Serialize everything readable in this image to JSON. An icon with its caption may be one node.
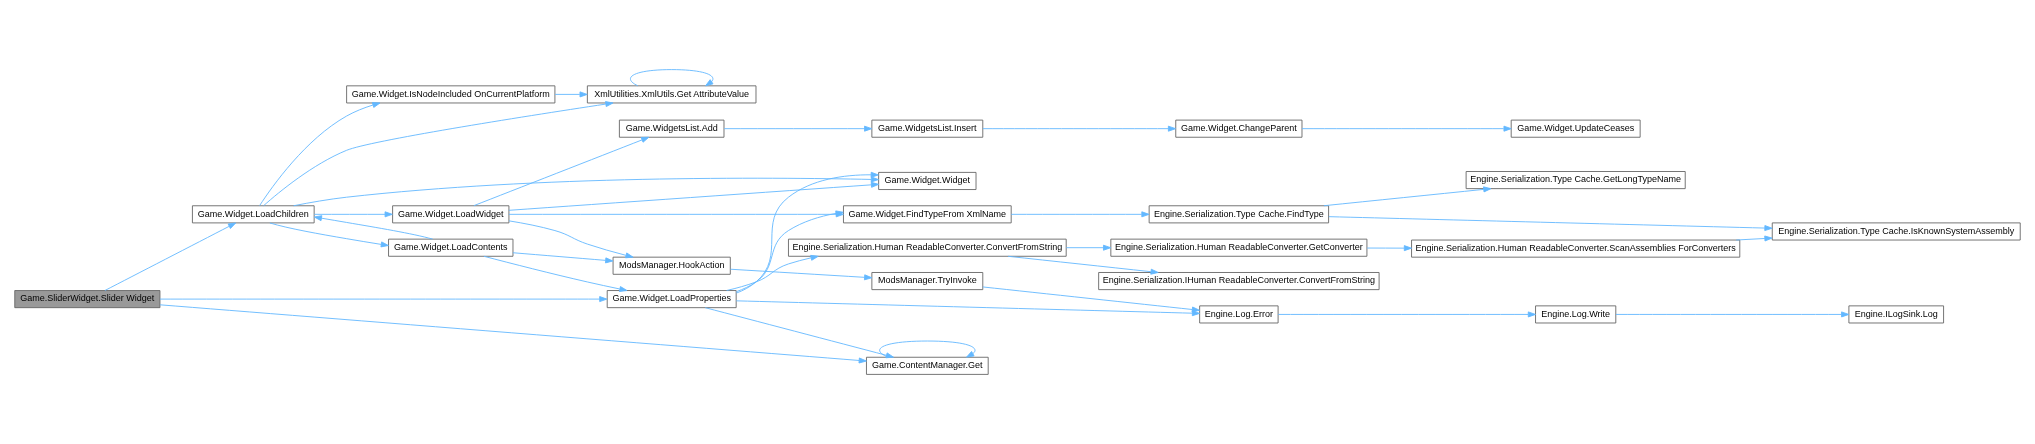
{
  "diagram": {
    "nodes": [
      {
        "text": [
          "Game.SliderWidget.Slider Widget"
        ]
      },
      {
        "text": [
          "Game.Widget.LoadChildren"
        ]
      },
      {
        "text": [
          "Game.ContentManager.Get"
        ]
      },
      {
        "text": [
          "Game.Widget.IsNodeIncluded OnCurrentPlatform"
        ]
      },
      {
        "text": [
          "XmlUtilities.XmlUtils.Get AttributeValue"
        ]
      },
      {
        "text": [
          "Game.Widget.LoadContents"
        ]
      },
      {
        "text": [
          "ModsManager.HookAction"
        ]
      },
      {
        "text": [
          "Game.Widget.LoadProperties"
        ]
      },
      {
        "text": [
          "Game.Widget.LoadWidget"
        ]
      },
      {
        "text": [
          "ModsManager.TryInvoke"
        ]
      },
      {
        "text": [
          "Engine.Log.Error"
        ]
      },
      {
        "text": [
          "Engine.Serialization.Human ReadableConverter.ConvertFromString"
        ]
      },
      {
        "text": [
          "Game.Widget.FindTypeFrom XmlName"
        ]
      },
      {
        "text": [
          "Game.Widget.Widget"
        ]
      },
      {
        "text": [
          "Game.WidgetsList.Add"
        ]
      },
      {
        "text": [
          "Game.WidgetsList.Insert"
        ]
      },
      {
        "text": [
          "Engine.Log.Write"
        ]
      },
      {
        "text": [
          "Engine.Serialization.Human ReadableConverter.GetConverter"
        ]
      },
      {
        "text": [
          "Engine.Serialization.IHuman ReadableConverter.ConvertFromString"
        ]
      },
      {
        "text": [
          "Engine.Serialization.Type Cache.FindType"
        ]
      },
      {
        "text": [
          "Game.Widget.ChangeParent"
        ]
      },
      {
        "text": [
          "Engine.ILogSink.Log"
        ]
      },
      {
        "text": [
          "Engine.Serialization.Human ReadableConverter.ScanAssemblies ForConverters"
        ]
      },
      {
        "text": [
          "Engine.Serialization.Type Cache.GetLongTypeName"
        ]
      },
      {
        "text": [
          "Game.Widget.UpdateCeases"
        ]
      },
      {
        "text": [
          "Engine.Serialization.Type Cache.IsKnownSystemAssembly"
        ]
      }
    ],
    "edges": [
      {
        "from": 0,
        "to": 2,
        "arrow": "to"
      },
      {
        "from": 0,
        "to": 1,
        "arrow": "to"
      },
      {
        "from": 0,
        "to": 7,
        "arrow": "to"
      },
      {
        "from": 1,
        "to": 3,
        "arrow": "to"
      },
      {
        "from": 1,
        "to": 4,
        "arrow": "to"
      },
      {
        "from": 1,
        "to": 5,
        "arrow": "to"
      },
      {
        "from": 1,
        "to": 8,
        "arrow": "to"
      },
      {
        "from": 1,
        "to": 13,
        "arrow": "to"
      },
      {
        "from": 2,
        "to": 2,
        "arrow": "to"
      },
      {
        "from": 3,
        "to": 4,
        "arrow": "to"
      },
      {
        "from": 4,
        "to": 4,
        "arrow": "to"
      },
      {
        "from": 5,
        "to": 1,
        "arrow": "to"
      },
      {
        "from": 5,
        "to": 6,
        "arrow": "to"
      },
      {
        "from": 5,
        "to": 7,
        "arrow": "to"
      },
      {
        "from": 6,
        "to": 9,
        "arrow": "to"
      },
      {
        "from": 7,
        "to": 2,
        "arrow": "to"
      },
      {
        "from": 7,
        "to": 10,
        "arrow": "to"
      },
      {
        "from": 7,
        "to": 11,
        "arrow": "to"
      },
      {
        "from": 7,
        "to": 12,
        "arrow": "to"
      },
      {
        "from": 7,
        "to": 13,
        "arrow": "to"
      },
      {
        "from": 8,
        "to": 6,
        "arrow": "to"
      },
      {
        "from": 8,
        "to": 12,
        "arrow": "to"
      },
      {
        "from": 8,
        "to": 13,
        "arrow": "to"
      },
      {
        "from": 8,
        "to": 14,
        "arrow": "to"
      },
      {
        "from": 9,
        "to": 10,
        "arrow": "to"
      },
      {
        "from": 10,
        "to": 16,
        "arrow": "to"
      },
      {
        "from": 11,
        "to": 17,
        "arrow": "to"
      },
      {
        "from": 11,
        "to": 18,
        "arrow": "to"
      },
      {
        "from": 12,
        "to": 19,
        "arrow": "to"
      },
      {
        "from": 14,
        "to": 15,
        "arrow": "to"
      },
      {
        "from": 15,
        "to": 20,
        "arrow": "to"
      },
      {
        "from": 16,
        "to": 21,
        "arrow": "to"
      },
      {
        "from": 17,
        "to": 22,
        "arrow": "to"
      },
      {
        "from": 19,
        "to": 23,
        "arrow": "to"
      },
      {
        "from": 19,
        "to": 25,
        "arrow": "to"
      },
      {
        "from": 20,
        "to": 24,
        "arrow": "to"
      },
      {
        "from": 22,
        "to": 25,
        "arrow": "to"
      }
    ]
  }
}
